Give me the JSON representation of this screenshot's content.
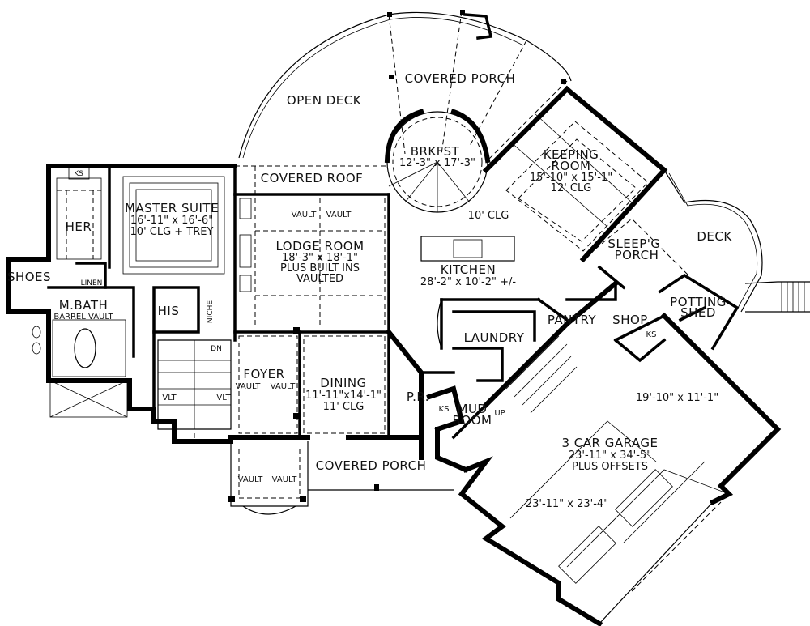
{
  "rooms": {
    "open_deck": "OPEN DECK",
    "covered_porch_rear": "COVERED PORCH",
    "brkfst": "BRKFST",
    "brkfst_dim": "12'-3\" x 17'-3\"",
    "keeping_room": "KEEPING",
    "keeping_room_2": "ROOM",
    "keeping_dim": "15'-10\" x 15'-1\"",
    "keeping_clg": "12' CLG",
    "covered_roof": "COVERED ROOF",
    "master_suite": "MASTER SUITE",
    "master_dim": "16'-11\" x 16'-6\"",
    "master_clg": "10' CLG + TREY",
    "ks_top": "KS",
    "her": "HER",
    "shoes": "SHOES",
    "linen": "LINEN",
    "mbath": "M.BATH",
    "mbath_sub": "BARREL VAULT",
    "his": "HIS",
    "niche": "NICHE",
    "vault_lodge": "VAULT",
    "vault_lodge_2": "VAULT",
    "lodge_room": "LODGE ROOM",
    "lodge_dim": "18'-3\" x 18'-1\"",
    "lodge_sub": "PLUS BUILT INS",
    "lodge_sub2": "VAULTED",
    "ten_clg": "10' CLG",
    "kitchen": "KITCHEN",
    "kitchen_dim": "28'-2\" x 10'-2\" +/-",
    "deck": "DECK",
    "sleeping_porch": "SLEEP'G",
    "sleeping_porch_2": "PORCH",
    "potting_shed": "POTTING",
    "potting_shed_2": "SHED",
    "shop": "SHOP",
    "ks_shop": "KS",
    "pantry": "PANTRY",
    "laundry": "LAUNDRY",
    "dn": "DN",
    "vlt_left": "VLT",
    "vlt_right": "VLT",
    "foyer": "FOYER",
    "foyer_vault": "VAULT",
    "foyer_vault_2": "VAULT",
    "dining": "DINING",
    "dining_dim": "11'-11\"x14'-1\"",
    "dining_clg": "11' CLG",
    "pr": "P.R.",
    "ks_mud": "KS",
    "mud_room": "MUD",
    "mud_room_2": "ROOM",
    "up": "UP",
    "garage_top_dim": "19'-10\" x 11'-1\"",
    "garage": "3 CAR GARAGE",
    "garage_dim": "23'-11\" x 34'-5\"",
    "garage_sub": "PLUS OFFSETS",
    "garage_bottom_dim": "23'-11\" x 23'-4\"",
    "covered_porch_front": "COVERED PORCH",
    "vault_porch": "VAULT",
    "vault_porch_2": "VAULT"
  }
}
